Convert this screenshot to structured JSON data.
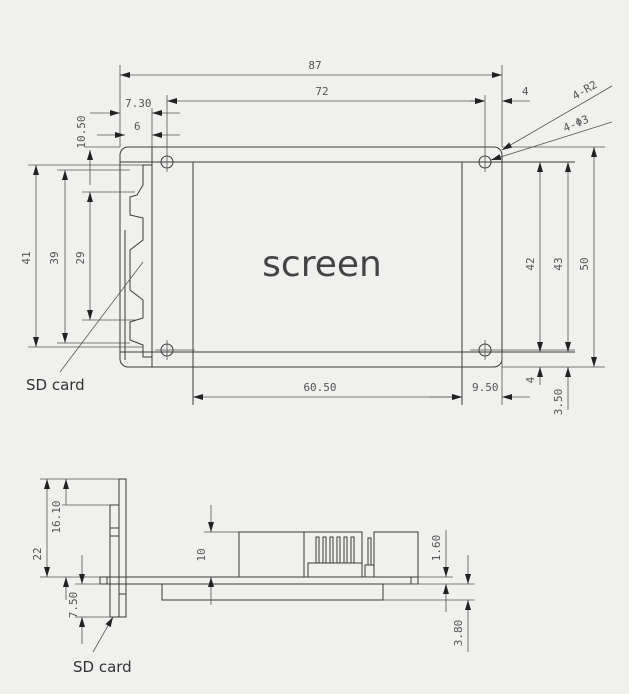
{
  "top_view": {
    "screen_label": "screen",
    "sd_label": "SD card",
    "dims": {
      "overall_width": "87",
      "hole_spacing_x": "72",
      "hole_edge_right": "4",
      "corner_radius": "4-R2",
      "hole_diameter": "4-Φ3",
      "slot_offset": "7.30",
      "slot_depth": "6",
      "slot_top": "10.50",
      "slot_h41": "41",
      "slot_h39": "39",
      "slot_h29": "29",
      "h42": "42",
      "h43": "43",
      "h50": "50",
      "bottom_4": "4",
      "bottom_350": "3.50",
      "screen_width": "60.50",
      "right_margin": "9.50"
    }
  },
  "side_view": {
    "sd_label": "SD card",
    "dims": {
      "h22": "22",
      "h1610": "16.10",
      "h750": "7.50",
      "h10": "10",
      "h160": "1.60",
      "h380": "3.80"
    }
  }
}
